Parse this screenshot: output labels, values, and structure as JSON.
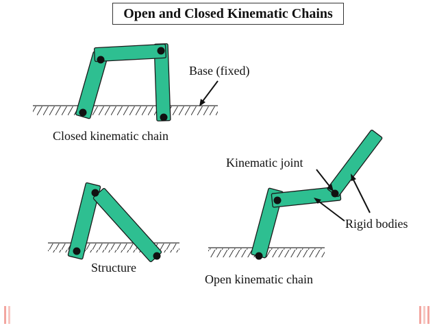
{
  "title": "Open and Closed Kinematic Chains",
  "labels": {
    "base_fixed": "Base (fixed)",
    "closed_chain": "Closed kinematic chain",
    "kinematic_joint": "Kinematic joint",
    "rigid_bodies": "Rigid bodies",
    "structure": "Structure",
    "open_chain": "Open kinematic chain"
  },
  "colors": {
    "link_fill": "#2ebf91",
    "link_stroke": "#1a1a1a",
    "joint": "#111111",
    "ground_line": "#333333",
    "accent_bar": "#f3a6a0"
  }
}
